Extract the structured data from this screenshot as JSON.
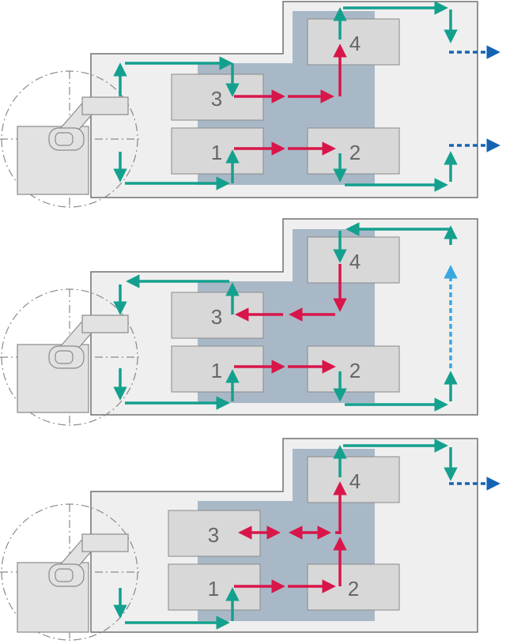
{
  "colors": {
    "machine_fill": "#efefef",
    "machine_stroke": "#707070",
    "core_fill": "#a9b8c7",
    "station_fill": "#d8d8d8",
    "station_stroke": "#8a8a8a",
    "label_color": "#666666",
    "teal_arrow": "#14a08e",
    "red_arrow": "#d8164a",
    "blue_dotted_arrow": "#1464b4",
    "light_blue_dotted_arrow": "#3aa6e0",
    "robot_stroke": "#8a8a8a"
  },
  "icons": [
    "robot-arm-icon",
    "teal-arrow-icon",
    "red-arrow-icon",
    "blue-dotted-arrow-icon"
  ],
  "panels": [
    {
      "name": "panel-top",
      "stations": [
        {
          "id": "station-1",
          "label": "1"
        },
        {
          "id": "station-2",
          "label": "2"
        },
        {
          "id": "station-3",
          "label": "3"
        },
        {
          "id": "station-4",
          "label": "4"
        }
      ]
    },
    {
      "name": "panel-middle",
      "stations": [
        {
          "id": "station-1",
          "label": "1"
        },
        {
          "id": "station-2",
          "label": "2"
        },
        {
          "id": "station-3",
          "label": "3"
        },
        {
          "id": "station-4",
          "label": "4"
        }
      ]
    },
    {
      "name": "panel-bottom",
      "stations": [
        {
          "id": "station-1",
          "label": "1"
        },
        {
          "id": "station-2",
          "label": "2"
        },
        {
          "id": "station-3",
          "label": "3"
        },
        {
          "id": "station-4",
          "label": "4"
        }
      ]
    }
  ]
}
